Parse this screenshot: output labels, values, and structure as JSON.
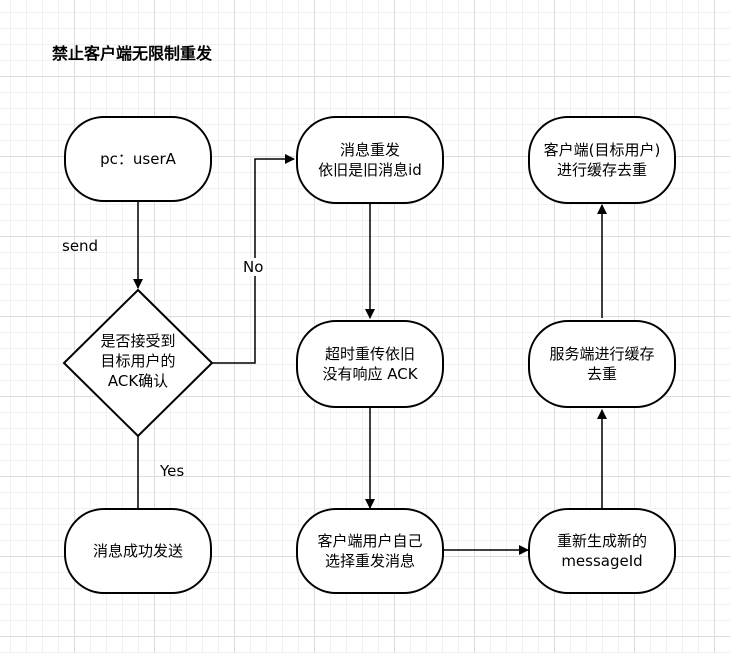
{
  "title": "禁止客户端无限制重发",
  "nodes": {
    "start": "pc：userA",
    "decision": "是否接受到\n目标用户的\nACK确认",
    "success": "消息成功发送",
    "resend": "消息重发\n依旧是旧消息id",
    "timeout": "超时重传依旧\n没有响应 ACK",
    "choose": "客户端用户自己\n选择重发消息",
    "newid": "重新生成新的\nmessageId",
    "server": "服务端进行缓存\n去重",
    "client": "客户端(目标用户)\n进行缓存去重"
  },
  "labels": {
    "send": "send",
    "no": "No",
    "yes": "Yes"
  }
}
